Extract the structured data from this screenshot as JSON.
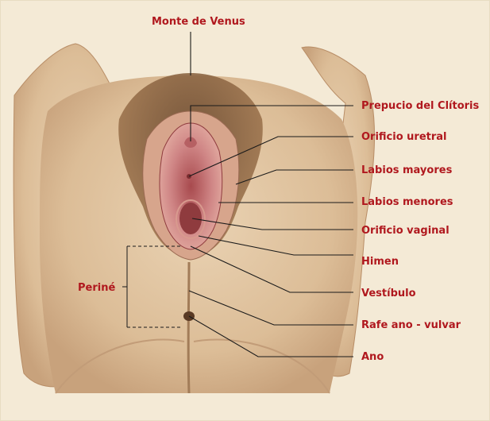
{
  "colors": {
    "background": "#f4ead6",
    "label_text": "#b0181e",
    "leader_line": "#1a1a1a",
    "skin": "#e0c3a0",
    "skin_shadow": "#c9a47e",
    "hair": "#5a3a24",
    "mucosa": "#c8777a",
    "mucosa_dark": "#8f3b3e"
  },
  "labels": {
    "monte_venus": "Monte de Venus",
    "prepucio": "Prepucio del Clítoris",
    "orificio_uretral": "Orificio uretral",
    "labios_mayores": "Labios mayores",
    "labios_menores": "Labios menores",
    "orificio_vaginal": "Orificio vaginal",
    "himen": "Himen",
    "vestibulo": "Vestíbulo",
    "rafe": "Rafe ano - vulvar",
    "ano": "Ano",
    "perine": "Periné"
  }
}
